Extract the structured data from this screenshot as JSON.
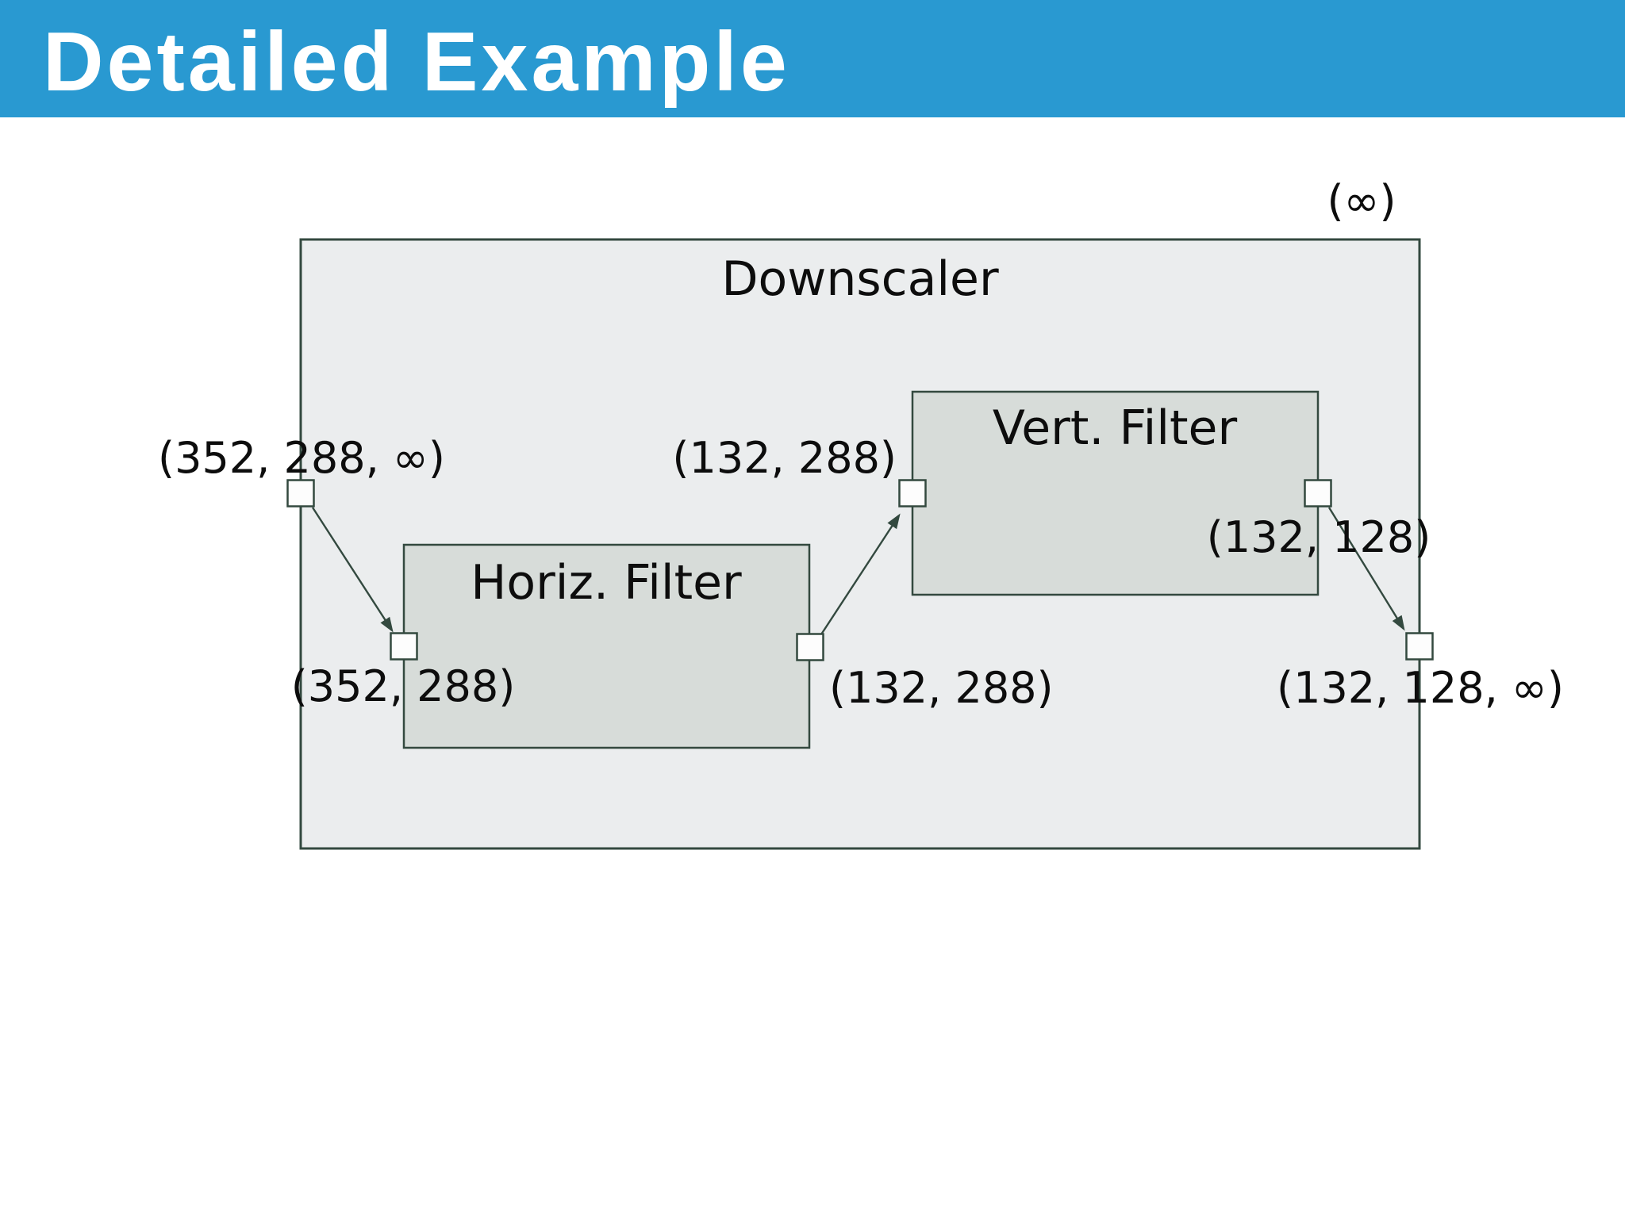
{
  "header": {
    "title": "Detailed Example"
  },
  "diagram": {
    "container_label": "Downscaler",
    "rate_label": "(∞)",
    "nodes": [
      {
        "id": "horiz-filter",
        "label": "Horiz. Filter"
      },
      {
        "id": "vert-filter",
        "label": "Vert. Filter"
      }
    ],
    "port_labels": {
      "downscaler_input": "(352, 288, ∞)",
      "horiz_input": "(352, 288)",
      "horiz_output": "(132, 288)",
      "vert_input": "(132, 288)",
      "vert_output": "(132, 128)",
      "downscaler_output": "(132, 128, ∞)"
    }
  },
  "colors": {
    "header_bg": "#2999d1",
    "header_text": "#ffffff",
    "page_bg": "#ffffff",
    "container_fill": "#ebedee",
    "node_fill": "#d7dcd9",
    "stroke": "#33493f",
    "text": "#0d0d0d",
    "port_fill": "#fdfdfd"
  }
}
